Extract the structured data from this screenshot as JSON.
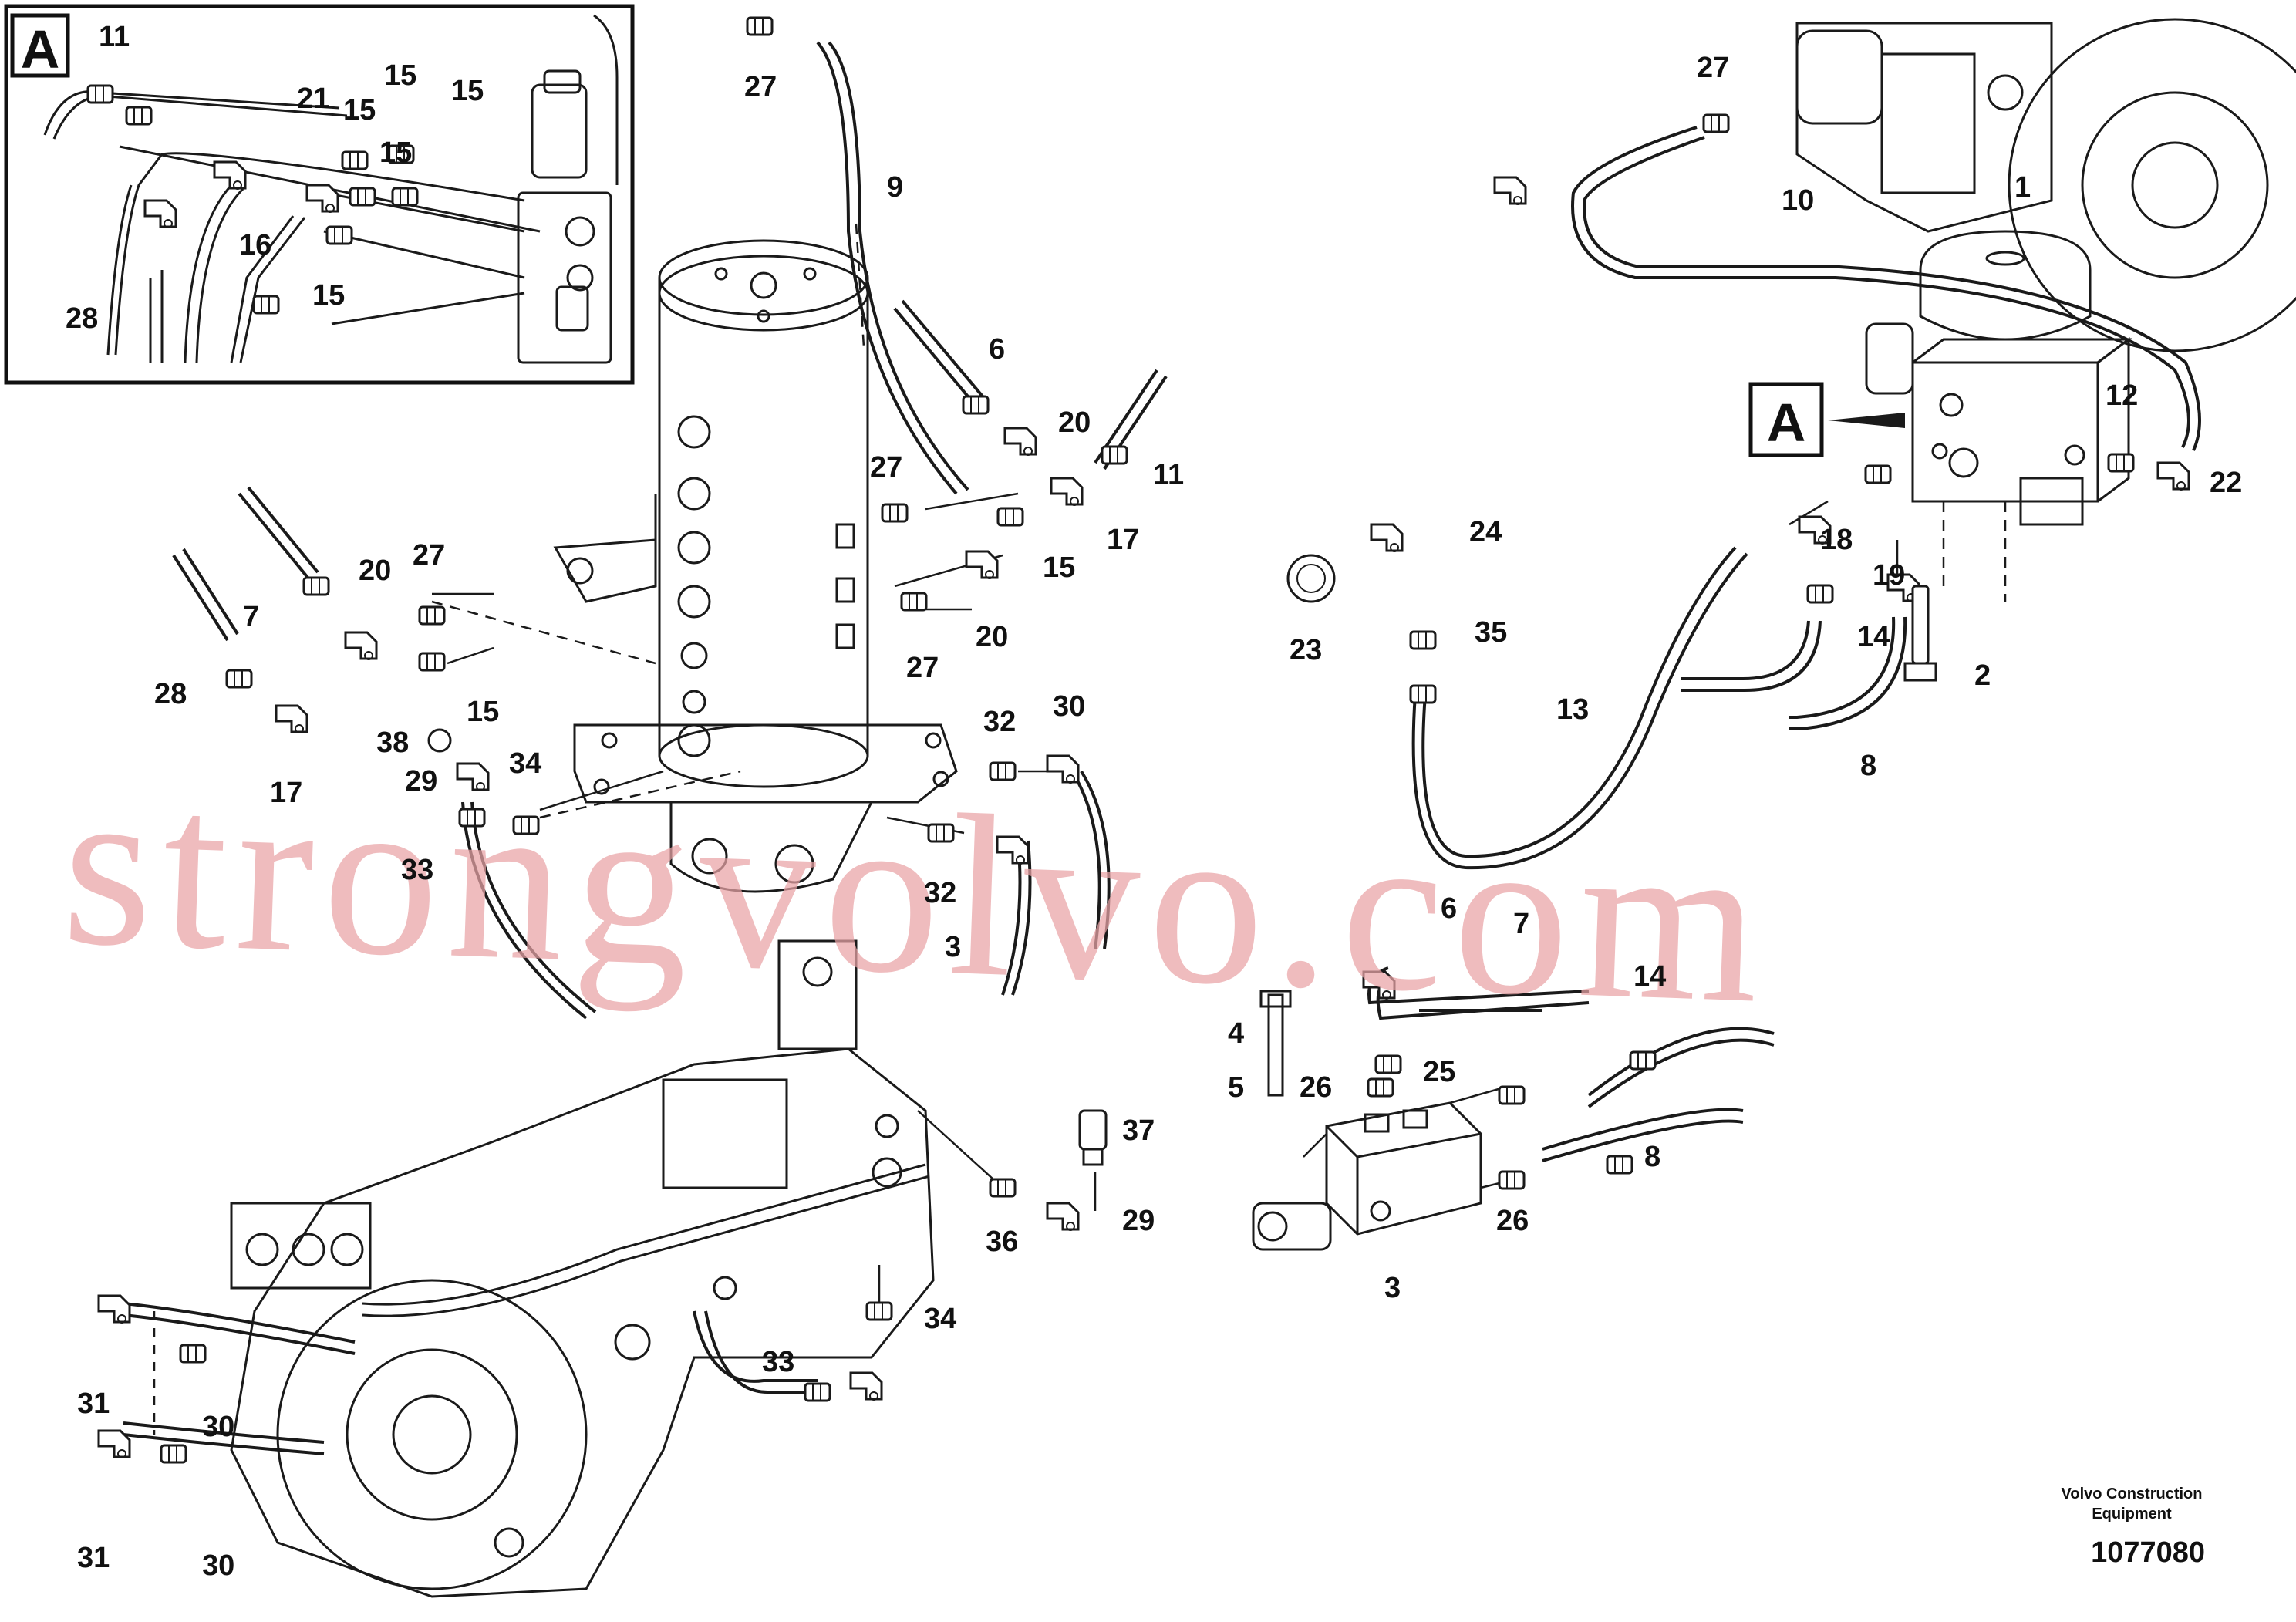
{
  "detail_view_label": "A",
  "detail_view_pointer_label": "A",
  "callouts": {
    "inset": [
      "11",
      "21",
      "15",
      "15",
      "15",
      "15",
      "16",
      "28",
      "15"
    ],
    "top_center": [
      "27",
      "9",
      "6",
      "20",
      "11",
      "27",
      "17",
      "15",
      "27",
      "20"
    ],
    "left_center": [
      "20",
      "27",
      "7",
      "28",
      "15",
      "17",
      "38",
      "29",
      "34",
      "33",
      "32",
      "30",
      "32",
      "3"
    ],
    "top_right": [
      "27",
      "10",
      "1",
      "12",
      "22",
      "24",
      "23",
      "35",
      "18",
      "19",
      "14",
      "13",
      "2",
      "8"
    ],
    "bottom_right": [
      "6",
      "7",
      "14",
      "4",
      "5",
      "26",
      "25",
      "8",
      "26",
      "3"
    ],
    "bottom_center": [
      "37",
      "36",
      "29",
      "34",
      "33",
      "31",
      "30",
      "31",
      "30"
    ]
  },
  "watermark": "strongvolvo.com",
  "credit": {
    "company_line1": "Volvo Construction",
    "company_line2": "Equipment",
    "drawing_number": "1077080"
  },
  "colors": {
    "line": "#1a1a1a",
    "watermark": "#e9a3a6",
    "background": "#ffffff"
  }
}
